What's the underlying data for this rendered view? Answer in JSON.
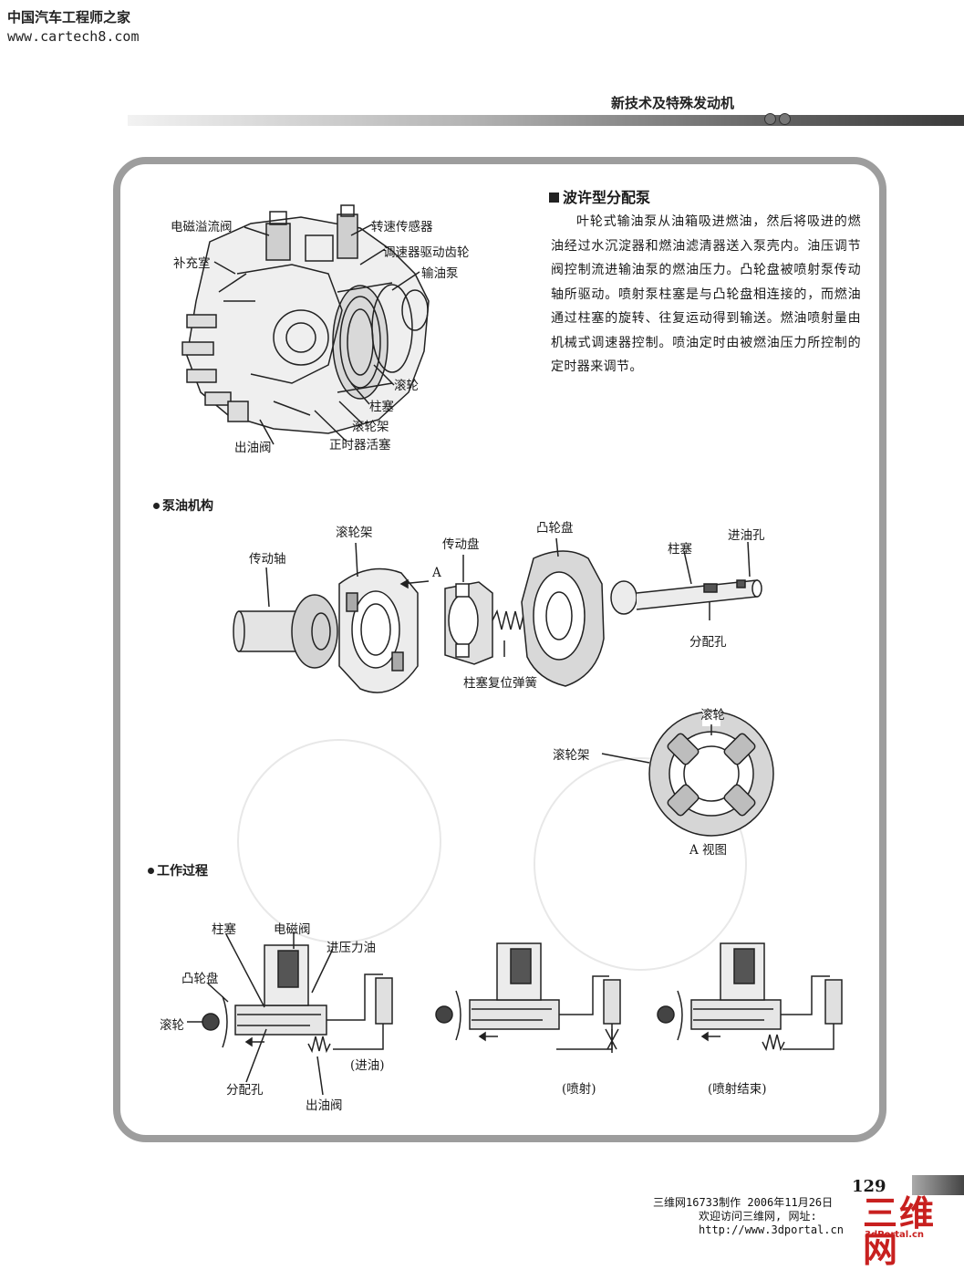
{
  "watermark": {
    "site_title": "中国汽车工程师之家",
    "site_url": "www.cartech8.com"
  },
  "header": {
    "section_title": "新技术及特殊发动机"
  },
  "box": {
    "title": "波许型分配泵",
    "intro": "叶轮式输油泵从油箱吸进燃油，然后将吸进的燃油经过水沉淀器和燃油滤清器送入泵壳内。油压调节阀控制流进输油泵的燃油压力。凸轮盘被喷射泵传动轴所驱动。喷射泵柱塞是与凸轮盘相连接的，而燃油通过柱塞的旋转、往复运动得到输送。燃油喷射量由机械式调速器控制。喷油定时由被燃油压力所控制的定时器来调节。"
  },
  "pump_figure": {
    "labels": {
      "solenoid": "电磁溢流阀",
      "speed_sensor": "转速传感器",
      "governor_gear": "调速器驱动齿轮",
      "compensation_chamber": "补充室",
      "feed_pump": "输油泵",
      "roller": "滚轮",
      "plunger": "柱塞",
      "roller_holder": "滚轮架",
      "delivery_valve": "出油阀",
      "timer_piston": "正时器活塞"
    }
  },
  "pumping": {
    "title": "泵油机构",
    "labels": {
      "roller_holder": "滚轮架",
      "drive_disc": "传动盘",
      "cam_disc": "凸轮盘",
      "drive_shaft": "传动轴",
      "plunger": "柱塞",
      "inlet_port": "进油孔",
      "arrow_a": "A",
      "distribution_port": "分配孔",
      "plunger_spring": "柱塞复位弹簧",
      "view_roller": "滚轮",
      "view_holder": "滚轮架",
      "view_caption": "A 视图"
    }
  },
  "working": {
    "title": "工作过程",
    "labels": {
      "plunger": "柱塞",
      "solenoid": "电磁阀",
      "pressurized_oil": "进压力油",
      "cam_disc": "凸轮盘",
      "roller": "滚轮",
      "distribution_port": "分配孔",
      "delivery_valve": "出油阀",
      "stage_intake": "(进油)",
      "stage_injection": "(喷射)",
      "stage_end": "(喷射结束)"
    }
  },
  "footer": {
    "page_number": "129",
    "credit_line1": "三维网16733制作 2006年11月26日",
    "credit_line2": "欢迎访问三维网, 网址:",
    "credit_line3": "http://www.3dportal.cn",
    "logo_text": "三维网",
    "logo_subtext": "3dPortal.cn"
  },
  "colors": {
    "frame": "#9d9d9d",
    "logo": "#c8201f"
  }
}
